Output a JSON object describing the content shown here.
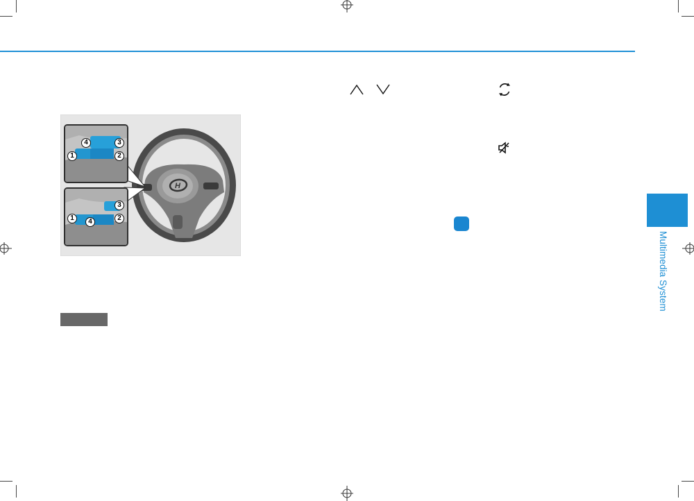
{
  "sidebar": {
    "section_label": "Multimedia System"
  },
  "figure": {
    "upper_inset_callouts": [
      "4",
      "3",
      "1",
      "2"
    ],
    "lower_inset_callouts": [
      "3",
      "1",
      "4",
      "2"
    ]
  },
  "icons": [
    "up-arrow-icon",
    "down-arrow-icon",
    "mode-cycle-icon",
    "mute-icon"
  ],
  "colors": {
    "accent": "#1e8fd4",
    "tag_gray": "#686868"
  }
}
